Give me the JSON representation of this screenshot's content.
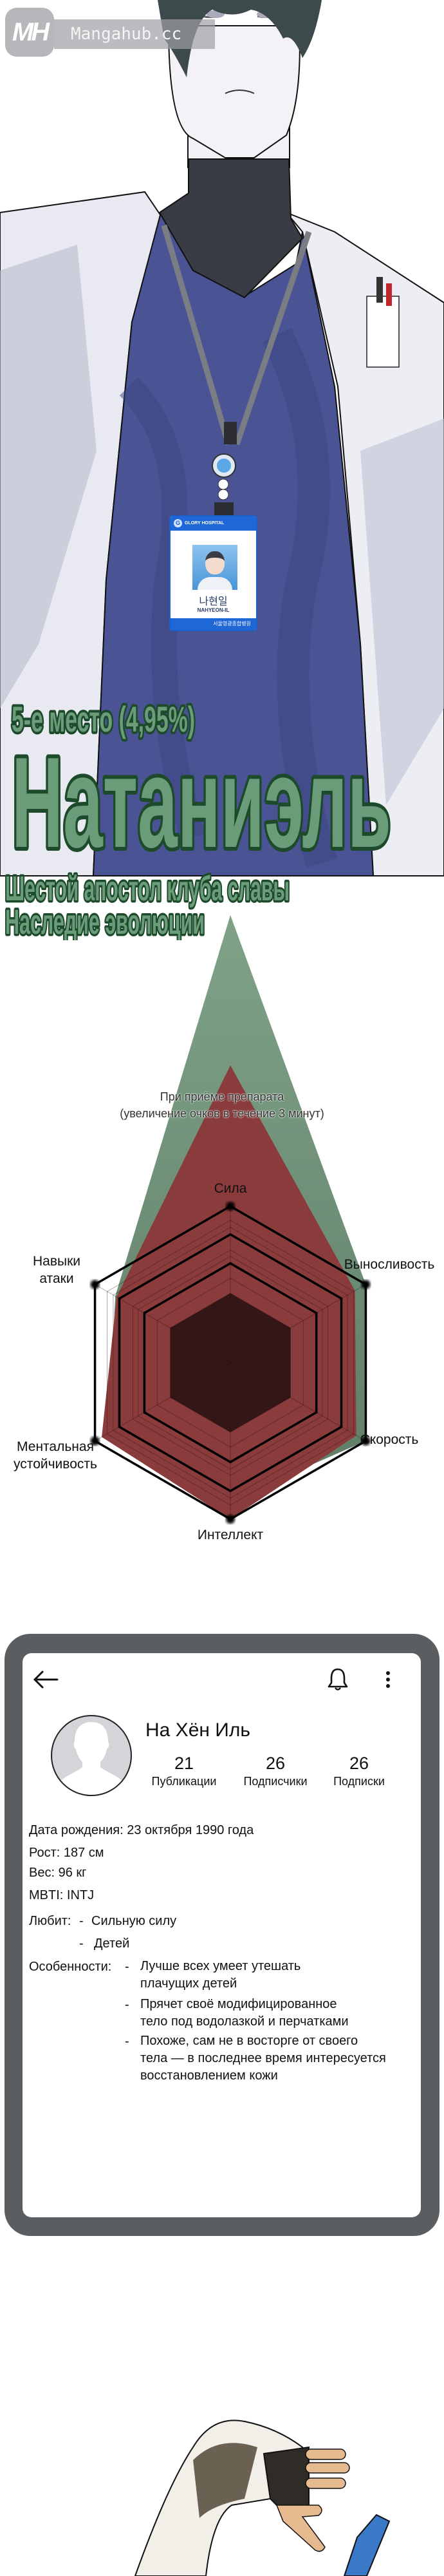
{
  "watermark": {
    "logo": "MH",
    "text": "Mangahub.cc"
  },
  "badge": {
    "hospital": "GLORY HOSPITAL",
    "name_korean": "나현일",
    "name_latin": "NAHYEON-IL",
    "footer": "서울영광종합병원"
  },
  "header": {
    "rank": "5-е место (4,95%)",
    "name": "Натаниэль",
    "subtitle_lines": [
      "Шестой апостол клуба славы",
      "Наследие эволюции"
    ]
  },
  "chart_data": {
    "type": "radar",
    "title_lines": [
      "При приёме препарата",
      "(увеличение очков в течение 3 минут)"
    ],
    "axes": [
      {
        "lines": [
          "Сила"
        ]
      },
      {
        "lines": [
          "Выносливость"
        ]
      },
      {
        "lines": [
          "Скорость"
        ]
      },
      {
        "lines": [
          "Интеллект"
        ]
      },
      {
        "lines": [
          "Ментальная",
          "устойчивость"
        ]
      },
      {
        "lines": [
          "Навыки",
          "атаки"
        ]
      }
    ],
    "scale_max": 1,
    "rings": [
      1,
      0.82,
      0.635,
      0.445
    ],
    "series": [
      {
        "color": "#7f9f87",
        "values": [
          2.86,
          1.0,
          1.0,
          0.88,
          0.9,
          0.85
        ]
      },
      {
        "color": "#8a3b3b",
        "values": [
          1.9,
          0.92,
          0.93,
          1.0,
          0.95,
          0.84
        ]
      }
    ],
    "inner_color": "#341617"
  },
  "profile": {
    "name": "На Хён Иль",
    "stats": [
      {
        "value": "21",
        "label": "Публикации"
      },
      {
        "value": "26",
        "label": "Подписчики"
      },
      {
        "value": "26",
        "label": "Подписки"
      }
    ],
    "birth": "Дата рождения: 23 октября 1990 года",
    "height": "Рост: 187 см",
    "weight": "Вес: 96 кг",
    "mbti": "MBTI: INTJ",
    "likes_label": "Любит:",
    "likes": [
      "Сильную силу",
      "Детей"
    ],
    "features_label": "Особенности:",
    "features": [
      [
        "Лучше всех умеет утешать",
        "плачущих детей"
      ],
      [
        "Прячет своё модифицированное",
        "тело под водолазкой и перчатками"
      ],
      [
        "Похоже, сам не в восторге от своего",
        "тела — в последнее время интересуется",
        "восстановлением кожи"
      ]
    ],
    "dash": "-"
  }
}
